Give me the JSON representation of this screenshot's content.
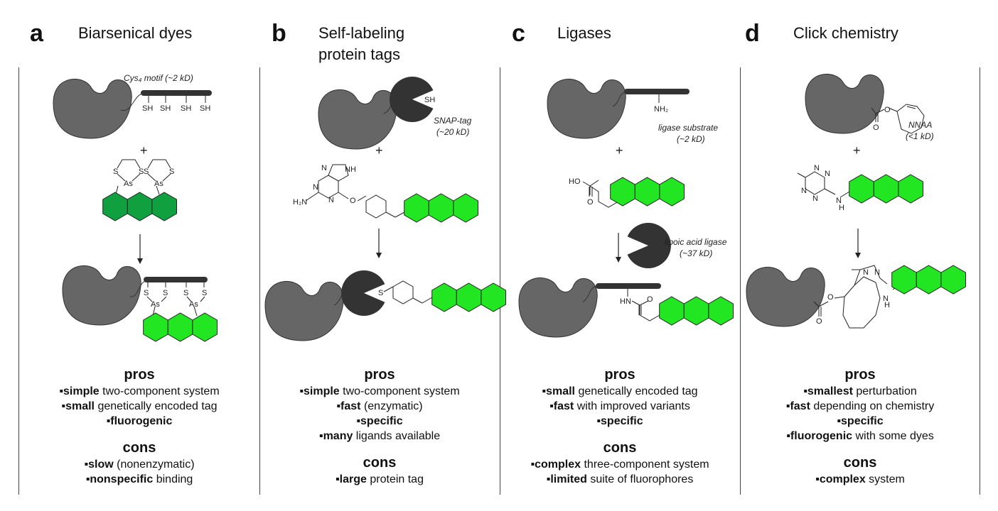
{
  "colors": {
    "protein": "#666666",
    "dark_tag": "#333333",
    "dye_dark_green": "#10a040",
    "dye_green": "#22e622"
  },
  "panels": [
    {
      "letter": "a",
      "title": "Biarsenical dyes",
      "labels": {
        "motif": "Cys₄ motif (~2 kD)"
      },
      "plus": "+",
      "pros_header": "pros",
      "pros": [
        {
          "bold": "▪simple",
          "rest": " two-component system"
        },
        {
          "bold": "▪small",
          "rest": " genetically encoded tag"
        },
        {
          "bold": "▪fluorogenic",
          "rest": ""
        }
      ],
      "cons_header": "cons",
      "cons": [
        {
          "bold": "▪slow",
          "rest": " (nonenzymatic)"
        },
        {
          "bold": "▪nonspecific",
          "rest": " binding"
        }
      ]
    },
    {
      "letter": "b",
      "title_line1": "Self-labeling",
      "title_line2": "protein tags",
      "labels": {
        "tag_line1": "SNAP-tag",
        "tag_line2": "(~20 kD)"
      },
      "plus": "+",
      "pros_header": "pros",
      "pros": [
        {
          "bold": "▪simple",
          "rest": " two-component system"
        },
        {
          "bold": "▪fast",
          "rest": " (enzymatic)"
        },
        {
          "bold": "▪specific",
          "rest": ""
        },
        {
          "bold": "▪many",
          "rest": " ligands available"
        }
      ],
      "cons_header": "cons",
      "cons": [
        {
          "bold": "▪large",
          "rest": " protein tag"
        }
      ]
    },
    {
      "letter": "c",
      "title": "Ligases",
      "labels": {
        "substrate_line1": "ligase substrate",
        "substrate_line2": "(~2 kD)",
        "ligase_line1": "lipoic acid ligase",
        "ligase_line2": "(~37 kD)"
      },
      "plus": "+",
      "pros_header": "pros",
      "pros": [
        {
          "bold": "▪small",
          "rest": " genetically encoded tag"
        },
        {
          "bold": "▪fast",
          "rest": " with improved variants"
        },
        {
          "bold": "▪specific",
          "rest": ""
        }
      ],
      "cons_header": "cons",
      "cons": [
        {
          "bold": "▪complex",
          "rest": " three-component system"
        },
        {
          "bold": "▪limited",
          "rest": " suite of fluorophores"
        }
      ]
    },
    {
      "letter": "d",
      "title": "Click chemistry",
      "labels": {
        "nnaa_line1": "NNAA",
        "nnaa_line2": "(<1 kD)"
      },
      "plus": "+",
      "pros_header": "pros",
      "pros": [
        {
          "bold": "▪smallest",
          "rest": " perturbation"
        },
        {
          "bold": "▪fast",
          "rest": " depending on chemistry"
        },
        {
          "bold": "▪specific",
          "rest": ""
        },
        {
          "bold": "▪fluorogenic",
          "rest": " with some dyes"
        }
      ],
      "cons_header": "cons",
      "cons": [
        {
          "bold": "▪complex",
          "rest": " system"
        }
      ]
    }
  ]
}
